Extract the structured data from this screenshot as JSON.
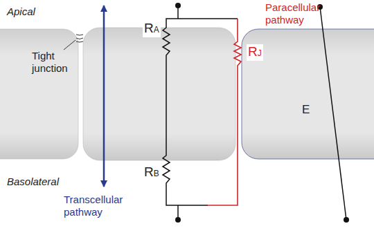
{
  "diagram": {
    "labels": [
      "Apical",
      "Tight junction",
      "Paracellular pathway",
      "RA",
      "RJ",
      "E",
      "RB",
      "Basolateral",
      "Transcellular pathway"
    ]
  }
}
